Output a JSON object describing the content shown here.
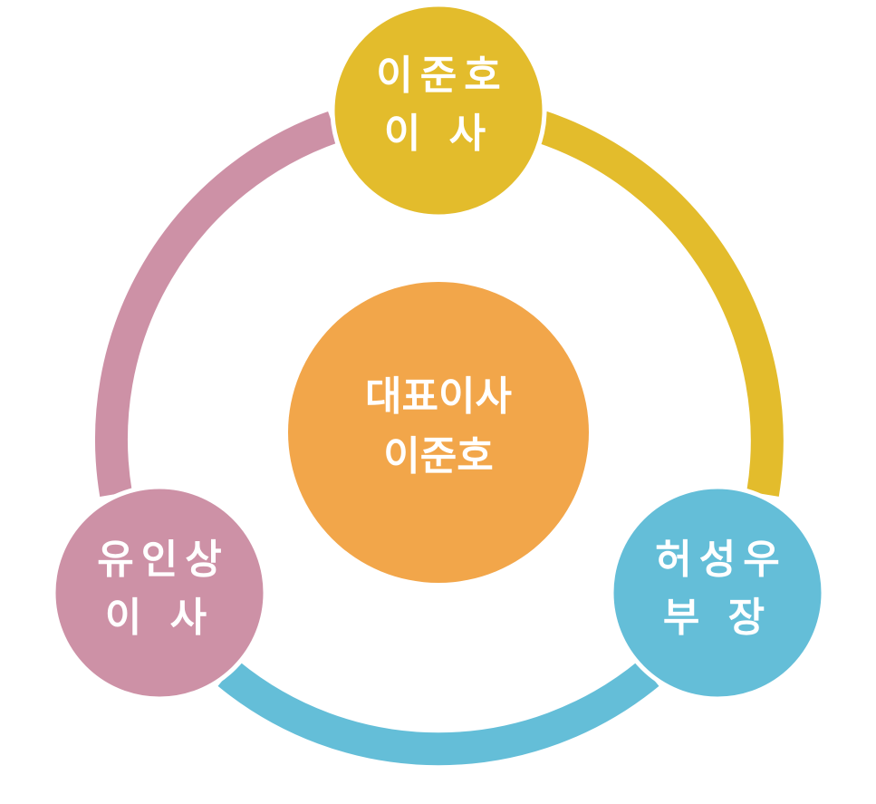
{
  "colors": {
    "top": "#E3BC2C",
    "right": "#64BED8",
    "left": "#CD91A6",
    "center": "#F2A64A",
    "stroke": "#ffffff"
  },
  "nodes": {
    "center": {
      "line1": "대표이사",
      "line2": "이준호"
    },
    "top": {
      "name": "이준호",
      "title": "이   사"
    },
    "right": {
      "name": "허성우",
      "title": "부   장"
    },
    "left": {
      "name": "유인상",
      "title": "이   사"
    }
  }
}
